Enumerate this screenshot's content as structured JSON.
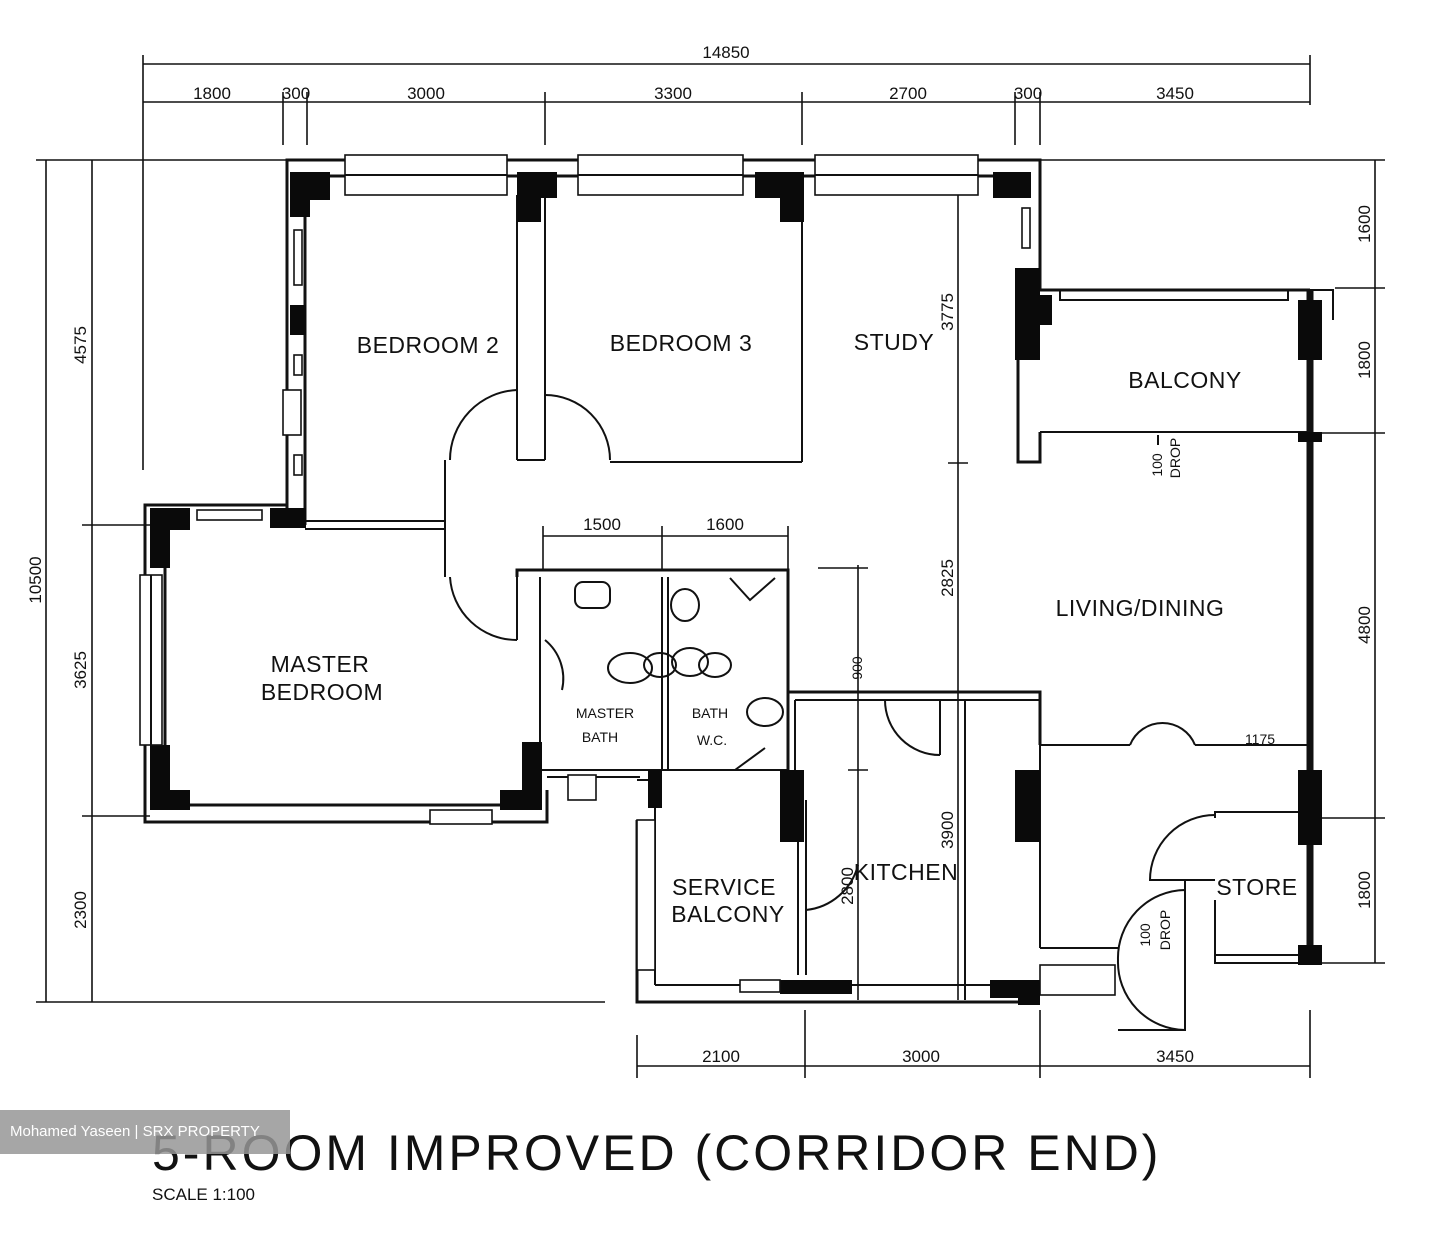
{
  "dimensions": {
    "overall_width": "14850",
    "top": [
      "1800",
      "300",
      "3000",
      "3300",
      "2700",
      "300",
      "3450"
    ],
    "left_total": "10500",
    "left": [
      "4575",
      "3625",
      "2300"
    ],
    "right": [
      "1600",
      "1800",
      "4800",
      "1800"
    ],
    "bottom": [
      "2100",
      "3000",
      "3450"
    ],
    "bath_widths": [
      "1500",
      "1600"
    ],
    "study_depth": "3775",
    "corridor": "2825",
    "kitchen_depth": "3900",
    "service_balcony": "2800",
    "store_door": "1175",
    "kitchen_door": "900"
  },
  "rooms": {
    "bedroom2": "BEDROOM 2",
    "bedroom3": "BEDROOM 3",
    "study": "STUDY",
    "balcony": "BALCONY",
    "living_dining": "LIVING/DINING",
    "kitchen": "KITCHEN",
    "service_balcony_1": "SERVICE",
    "service_balcony_2": "BALCONY",
    "store": "STORE",
    "master_bedroom_1": "MASTER",
    "master_bedroom_2": "BEDROOM",
    "master_bath_1": "MASTER",
    "master_bath_2": "BATH",
    "bath": "BATH",
    "wc": "W.C."
  },
  "annotations": {
    "drop_balcony_1": "100",
    "drop_balcony_2": "DROP",
    "drop_entrance_1": "100",
    "drop_entrance_2": "DROP"
  },
  "title": "5-ROOM IMPROVED (CORRIDOR END)",
  "scale": "SCALE   1:100",
  "watermark": "Mohamed Yaseen | SRX PROPERTY"
}
